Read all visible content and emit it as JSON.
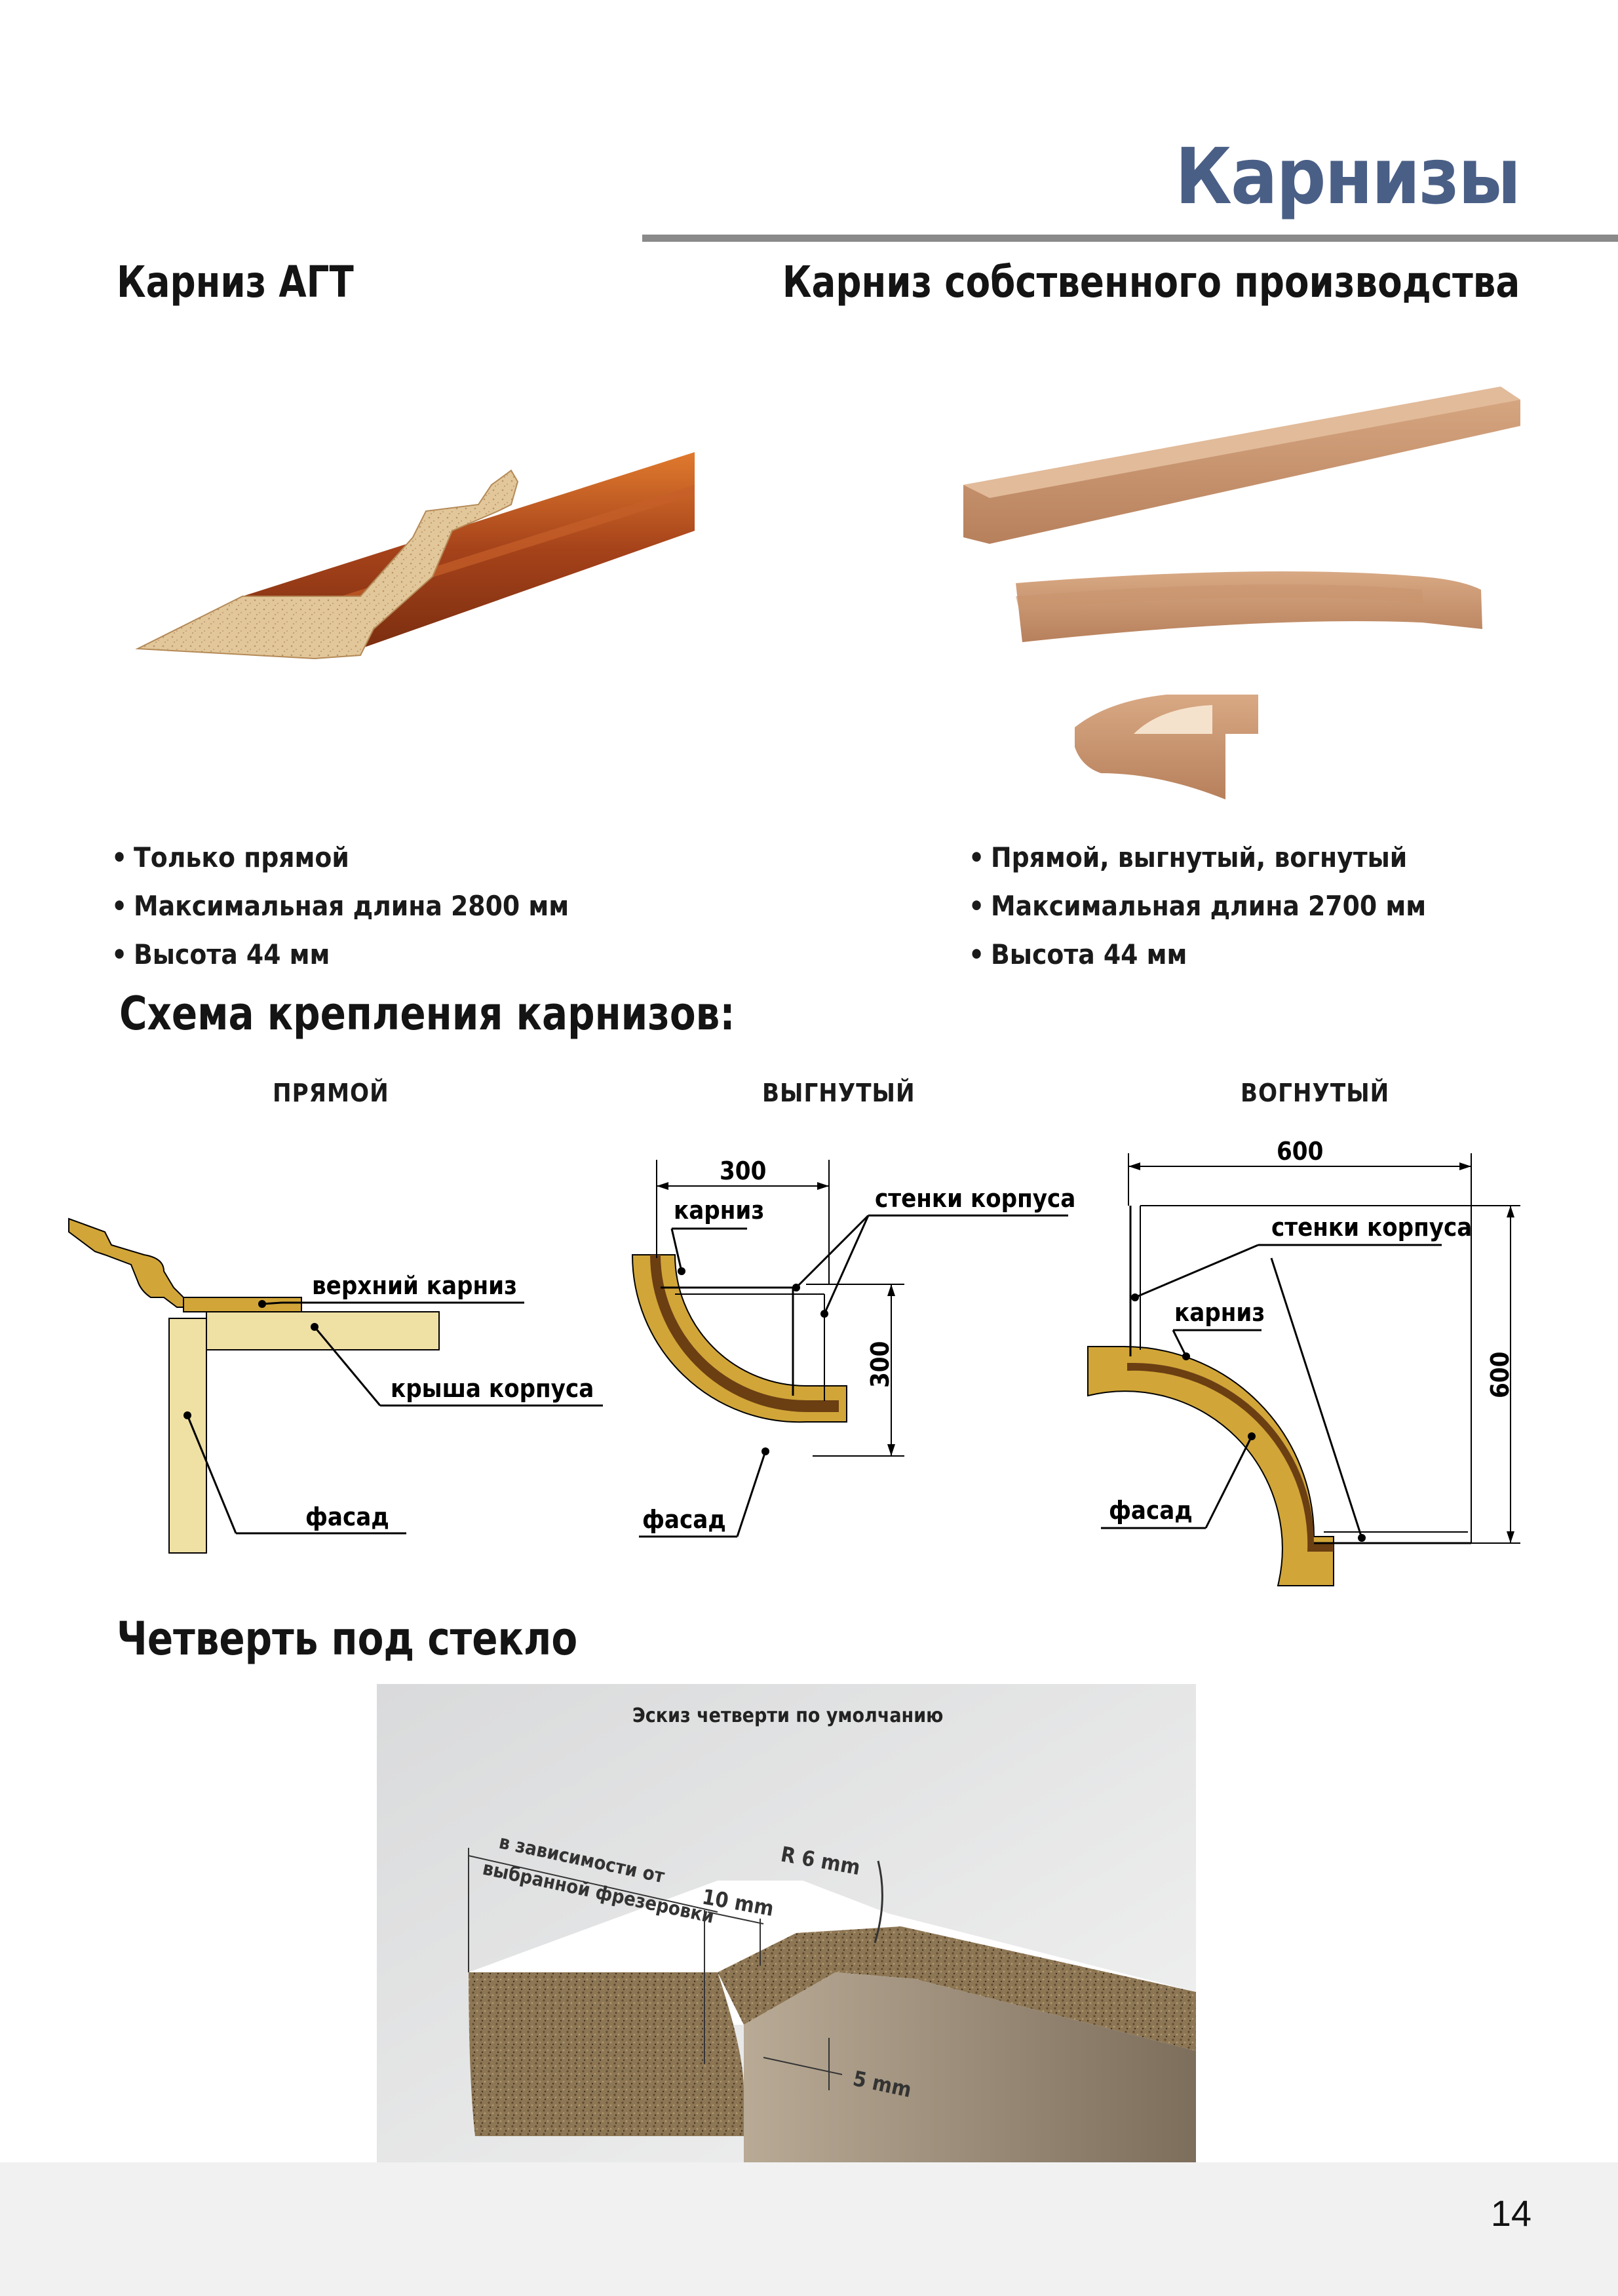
{
  "page": {
    "title": "Карнизы",
    "number": "14"
  },
  "left_product": {
    "heading": "Карниз АГТ",
    "bullets": [
      "Только прямой",
      "Максимальная длина 2800 мм",
      "Высота 44 мм"
    ]
  },
  "right_product": {
    "heading": "Карниз собственного производства",
    "bullets": [
      "Прямой, выгнутый, вогнутый",
      "Максимальная длина 2700 мм",
      "Высота 44 мм"
    ]
  },
  "mounting": {
    "heading": "Схема крепления карнизов:",
    "straight": {
      "label": "прямой",
      "top_cornice": "верхний карниз",
      "roof": "крыша корпуса",
      "facade": "фасад"
    },
    "convex": {
      "label": "выгнутый",
      "dim_top": "300",
      "dim_side": "300",
      "cornice": "карниз",
      "walls": "стенки корпуса",
      "facade": "фасад"
    },
    "concave": {
      "label": "вогнутый",
      "dim_top": "600",
      "dim_side": "600",
      "cornice": "карниз",
      "walls": "стенки корпуса",
      "facade": "фасад"
    }
  },
  "glass_rebate": {
    "heading": "Четверть под стекло",
    "sketch_title": "Эскиз четверти по умолчанию",
    "note_line1": "в зависимости от",
    "note_line2": "выбранной фрезеровки",
    "dim_radius": "R 6 mm",
    "dim_width": "10 mm",
    "dim_depth": "5 mm"
  },
  "colors": {
    "title_blue": "#4a5f86",
    "wood": "#d1a538",
    "wood_dark": "#6b3f12",
    "light_wood": "#efe0a4"
  }
}
